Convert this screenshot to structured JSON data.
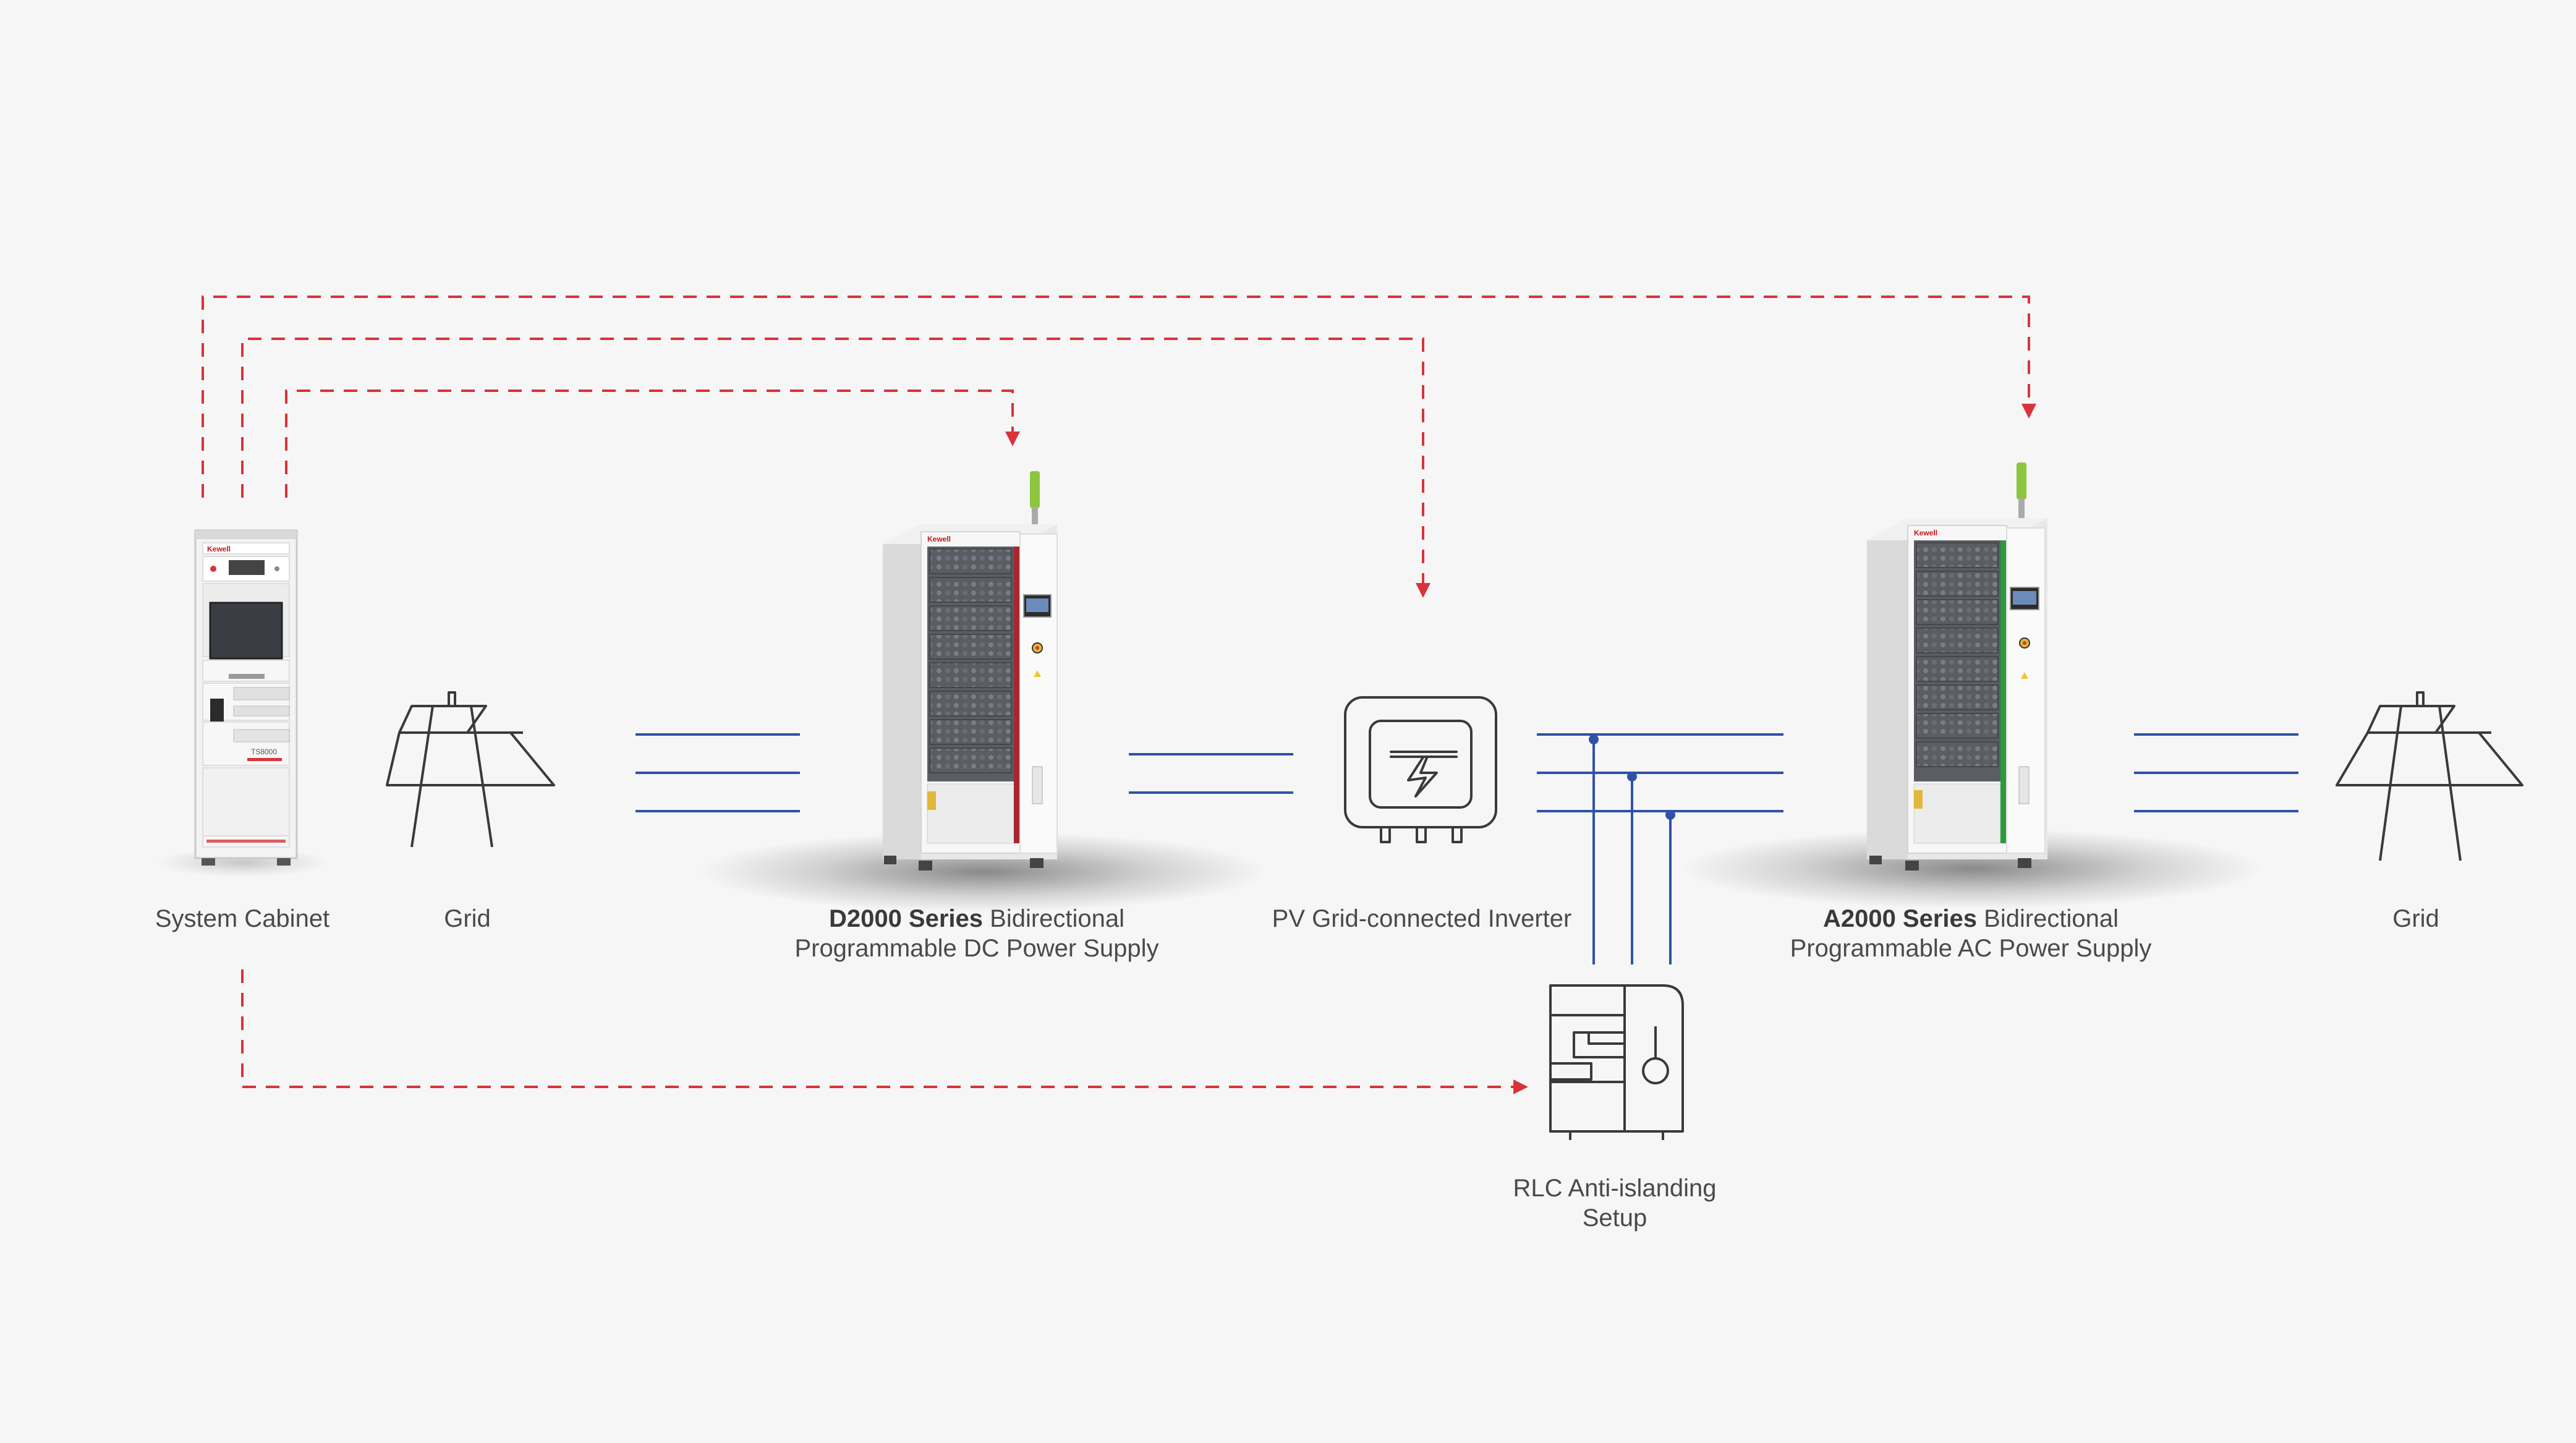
{
  "colors": {
    "background": "#f6f6f7",
    "control_link": "#d8333a",
    "power_line": "#2f52a6",
    "icon_stroke": "#3a3a3a",
    "label_text": "#4a4a4a",
    "dc_accent": "#a8262e",
    "ac_accent": "#2a9a3c",
    "beacon": "#8cc63f"
  },
  "icons": {
    "system_cabinet": "test-cabinet-icon",
    "grid": "transmission-tower-icon",
    "inverter": "pv-inverter-icon",
    "rlc": "rlc-load-icon"
  },
  "labels": {
    "system_cabinet": "System Cabinet",
    "grid_left": "Grid",
    "grid_right": "Grid",
    "dc_bold": "D2000 Series",
    "dc_rest": " Bidirectional",
    "dc_line2": "Programmable DC Power Supply",
    "inverter": "PV Grid-connected Inverter",
    "ac_bold": "A2000 Series",
    "ac_rest": " Bidirectional",
    "ac_line2": "Programmable AC Power Supply",
    "rlc_line1": "RLC Anti-islanding",
    "rlc_line2": "Setup"
  },
  "cabinet_text": {
    "brand": "Kewell",
    "model": "TS8000"
  },
  "dc_supply_text": {
    "brand": "Kewell"
  },
  "ac_supply_text": {
    "brand": "Kewell"
  }
}
